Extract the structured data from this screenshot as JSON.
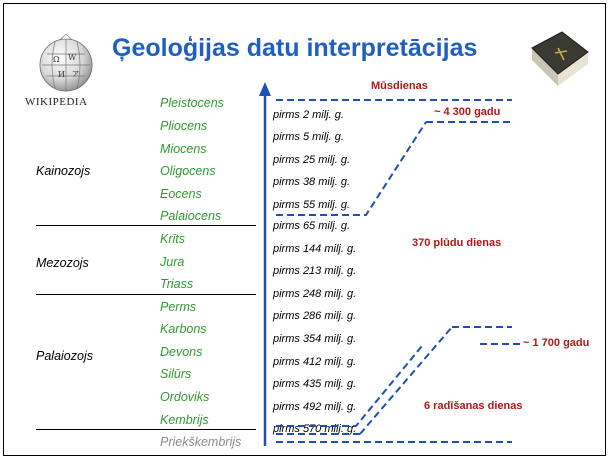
{
  "title": "Ģeoloģijas datu interpretācijas",
  "logo": {
    "text": "WIKIPEDIA",
    "icon": "wikipedia-globe-icon"
  },
  "bible_icon": "bible-book-icon",
  "eras": [
    "Kainozojs",
    "Mezozojs",
    "Palaiozojs"
  ],
  "periods": [
    "Pleistocens",
    "Pliocens",
    "Miocens",
    "Oligocens",
    "Eocens",
    "Palaiocens",
    "Krīts",
    "Jura",
    "Triass",
    "Perms",
    "Karbons",
    "Devons",
    "Silūrs",
    "Ordoviks",
    "Kembrijs",
    "Priekškembrijs"
  ],
  "ages": [
    "pirms 2 milj. g.",
    "pirms 5 milj. g.",
    "pirms 25 milj. g.",
    "pirms 38 milj. g.",
    "pirms 55 milj. g.",
    "pirms 65 milj. g.",
    "pirms 144 milj. g.",
    "pirms 213 milj. g.",
    "pirms 248 milj. g.",
    "pirms 286 milj. g.",
    "pirms 354 milj. g.",
    "pirms 412 milj. g.",
    "pirms 435 milj. g.",
    "pirms 492 milj. g.",
    "pirms 570 milj. g."
  ],
  "notes": {
    "present": "Mūsdienas",
    "flood_years": "~ 4 300 gadu",
    "flood_days": "370 plūdu dienas",
    "creation_years": "~ 1 700 gadu",
    "creation_days": "6 radīšanas dienas"
  },
  "colors": {
    "title": "#1f5fbf",
    "period": "#2e9a2e",
    "note": "#b01818",
    "arrow": "#1f4fb3",
    "dashed": "#1f4fb3"
  }
}
